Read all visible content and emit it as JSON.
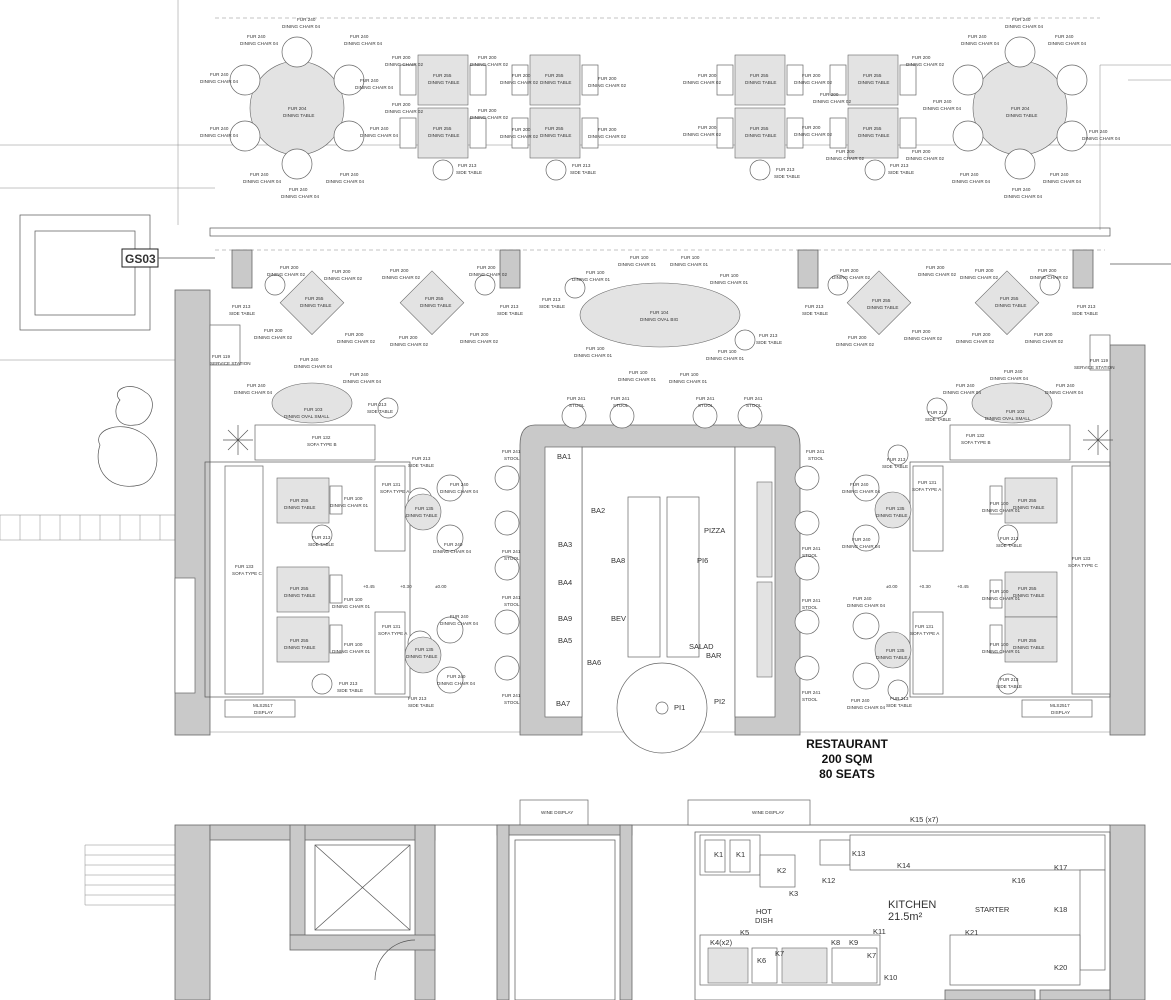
{
  "plan": {
    "room_label": [
      "RESTAURANT",
      "200 SQM",
      "80 SEATS"
    ],
    "kitchen_label": [
      "KITCHEN",
      "21.5m²"
    ],
    "tag": "GS03",
    "wine_display": "WINE DISPLAY",
    "kitchen_zones": {
      "hot": "HOT",
      "dish": "DISH",
      "starter": "STARTER"
    }
  },
  "tags": {
    "fur240": "FUR 240",
    "dining_chair_04": "DINING CHAIR 04",
    "fur204": "FUR 204",
    "dining_table": "DINING TABLE",
    "fur200": "FUR 200",
    "dining_chair_02": "DINING CHAIR 02",
    "fur255": "FUR 255",
    "fur213": "FUR 213",
    "side_table": "SIDE TABLE",
    "fur100": "FUR 100",
    "dining_chair_01": "DINING CHAIR 01",
    "fur104": "FUR 104",
    "dining_oval_big": "DINING OVAL BIG",
    "fur103": "FUR 103",
    "dining_oval_small": "DINING OVAL SMALL",
    "fur119": "FUR 119",
    "service_station": "SERVICE STATION",
    "fur241": "FUR 241",
    "stool": "STOOL",
    "fur132": "FUR 132",
    "sofa_type_b": "SOFA TYPE B",
    "fur131": "FUR 131",
    "sofa_type_a": "SOFA TYPE A",
    "fur133": "FUR 133",
    "sofa_type_c": "SOFA TYPE C",
    "fur135": "FUR 135",
    "dining_table_lc": "DINING TABLE",
    "mls": "MLS2517",
    "display": "DISPLAY"
  },
  "bar_codes": [
    "BA1",
    "BA2",
    "BA3",
    "BA8",
    "BA4",
    "BA9",
    "BA5",
    "BA6",
    "BA7"
  ],
  "bar_labels": {
    "pizza": "PIZZA",
    "pi6": "PI6",
    "bev": "BEV",
    "salad": "SALAD",
    "bar": "BAR",
    "pi1": "PI1",
    "pi2": "PI2"
  },
  "levels": {
    "l45": "+0.45",
    "l30": "+0.30",
    "l00": "±0.00"
  },
  "kitchen_codes": {
    "k1": "K1",
    "k2": "K2",
    "k3": "K3",
    "k4": "K4(x2)",
    "k5": "K5",
    "k6": "K6",
    "k7": "K7",
    "k8": "K8",
    "k9": "K9",
    "k10": "K10",
    "k11": "K11",
    "k12": "K12",
    "k13": "K13",
    "k14": "K14",
    "k15": "K15 (x7)",
    "k16": "K16",
    "k17": "K17",
    "k18": "K18",
    "k20": "K20",
    "k21": "K21"
  }
}
